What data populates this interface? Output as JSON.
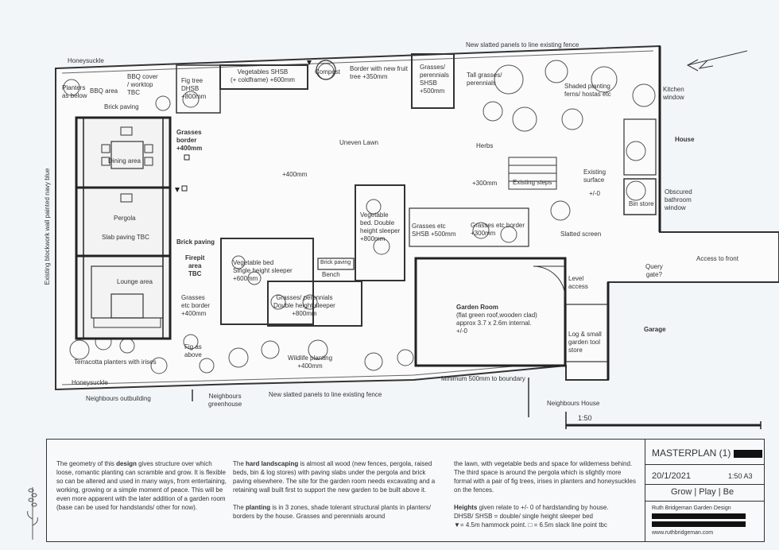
{
  "plan": {
    "labels": {
      "new_panels_top": "New slatted panels to line existing fence",
      "honeysuckle_top": "Honeysuckle",
      "planters": "Planters\nas below",
      "bbq_area": "BBQ area",
      "bbq_cover": "BBQ cover\n/ worktop\nTBC",
      "brick_paving_top": "Brick paving",
      "fig_tree": "Fig tree\nDHSB\n+800mm",
      "vegetables": "Vegetables SHSB\n(+ coldframe) +600mm",
      "compost": "Compost",
      "border_fruit": "Border with new fruit\ntree +350mm",
      "grasses_perennials_shsb": "Grasses/\nperennials\nSHSB\n+500mm",
      "tall_grasses": "Tall grasses/\nperennials",
      "shaded_planting": "Shaded planting\nferns/ hostas etc",
      "kitchen_window": "Kitchen\nwindow",
      "house": "House",
      "grasses_border": "Grasses\nborder\n+400mm",
      "uneven_lawn": "Uneven Lawn",
      "herbs": "Herbs",
      "dining_area": "Dining area",
      "plus400": "+400mm",
      "plus300": "+300mm",
      "existing_steps": "Existing steps",
      "existing_surface": "Existing\nsurface",
      "plus_minus_0": "+/-0",
      "obscured_window": "Obscured\nbathroom\nwindow",
      "bin_store": "Bin store",
      "pergola": "Pergola",
      "veg_bed_double": "Vegetable\nbed. Double\nheight sleeper\n+800mm",
      "grasses_shsb_500": "Grasses etc\nSHSB +500mm",
      "grasses_border_300": "Grasses etc border\n+300mm",
      "slatted_screen": "Slatted screen",
      "slab_paving": "Slab paving TBC",
      "brick_paving_mid": "Brick paving",
      "firepit": "Firepit\narea\nTBC",
      "veg_bed_single": "Vegetable bed\nSingle height sleeper\n+600mm",
      "brick_paving_small": "Brick paving",
      "bench": "Bench",
      "access_front": "Access to front",
      "query_gate": "Query\ngate?",
      "lounge_area": "Lounge area",
      "level_access": "Level\naccess",
      "garden_room_title": "Garden Room",
      "garden_room_desc": "(flat green roof,wooden clad)\napprox 3.7 x 2.6m internal.\n+/-0",
      "grasses_border_400": "Grasses\netc border\n+400mm",
      "grasses_perennials_double": "Grasses/ perennials\nDouble height sleeper\n+800mm",
      "garage": "Garage",
      "log_store": "Log & small\ngarden tool\nstore",
      "fig_above": "Fig as\nabove",
      "terracotta": "Terracotta planters with irises",
      "wildlife": "Wildlife planting\n+400mm",
      "honeysuckle_bottom": "Honeysuckle",
      "min_500": "Minimum 500mm to boundary",
      "neighbours_outbuilding": "Neighbours outbuilding",
      "neighbours_greenhouse": "Neighbours\ngreenhouse",
      "new_panels_bottom": "New slatted panels to line existing fence",
      "neighbours_house": "Neighbours House",
      "wall_vertical": "Existing blockwork wall painted navy blue",
      "scale": "1:50"
    }
  },
  "description": {
    "col1": {
      "p1a": "The geometry of this ",
      "p1b": "design",
      "p1c": " gives structure over which loose, romantic planting can scramble and grow. It is flexible so can be altered and used in many ways, from entertaining, working, growing or a simple moment of peace. This will be even more apparent with the later addition of a garden room (base can be used for handstands/ other for now)."
    },
    "col2": {
      "p1a": "The ",
      "p1b": "hard landscaping",
      "p1c": " is almost all wood (new fences, pergola, raised beds, bin & log stores) with paving slabs under the pergola and brick paving elsewhere. The site for the garden room needs excavating and a retaining wall built first to support the new garden to be built above it.",
      "p2a": "The ",
      "p2b": "planting",
      "p2c": " is in 3 zones, shade tolerant structural plants in planters/ borders by the house. Grasses and perennials around"
    },
    "col3": {
      "p1": "the lawn, with vegetable beds and space for wilderness behind. The third space is around the pergola which is slightly more formal with a pair of fig trees, irises in planters and honeysuckles on the fences.",
      "h_label": "Heights",
      "h_rest": " given relate to +/- 0 of hardstanding by house.",
      "dhsb": "DHSB/ SHSB = double/ single height sleeper bed",
      "hammock": "= 4.5m hammock point.",
      "slack": "= 6.5m slack line point tbc"
    }
  },
  "title_block": {
    "title": "MASTERPLAN (1)",
    "date": "20/1/2021",
    "scale": "1:50  A3",
    "tagline": "Grow | Play | Be",
    "designer": "Ruth Bridgeman Garden Design",
    "website": "www.ruthbridgeman.com"
  }
}
